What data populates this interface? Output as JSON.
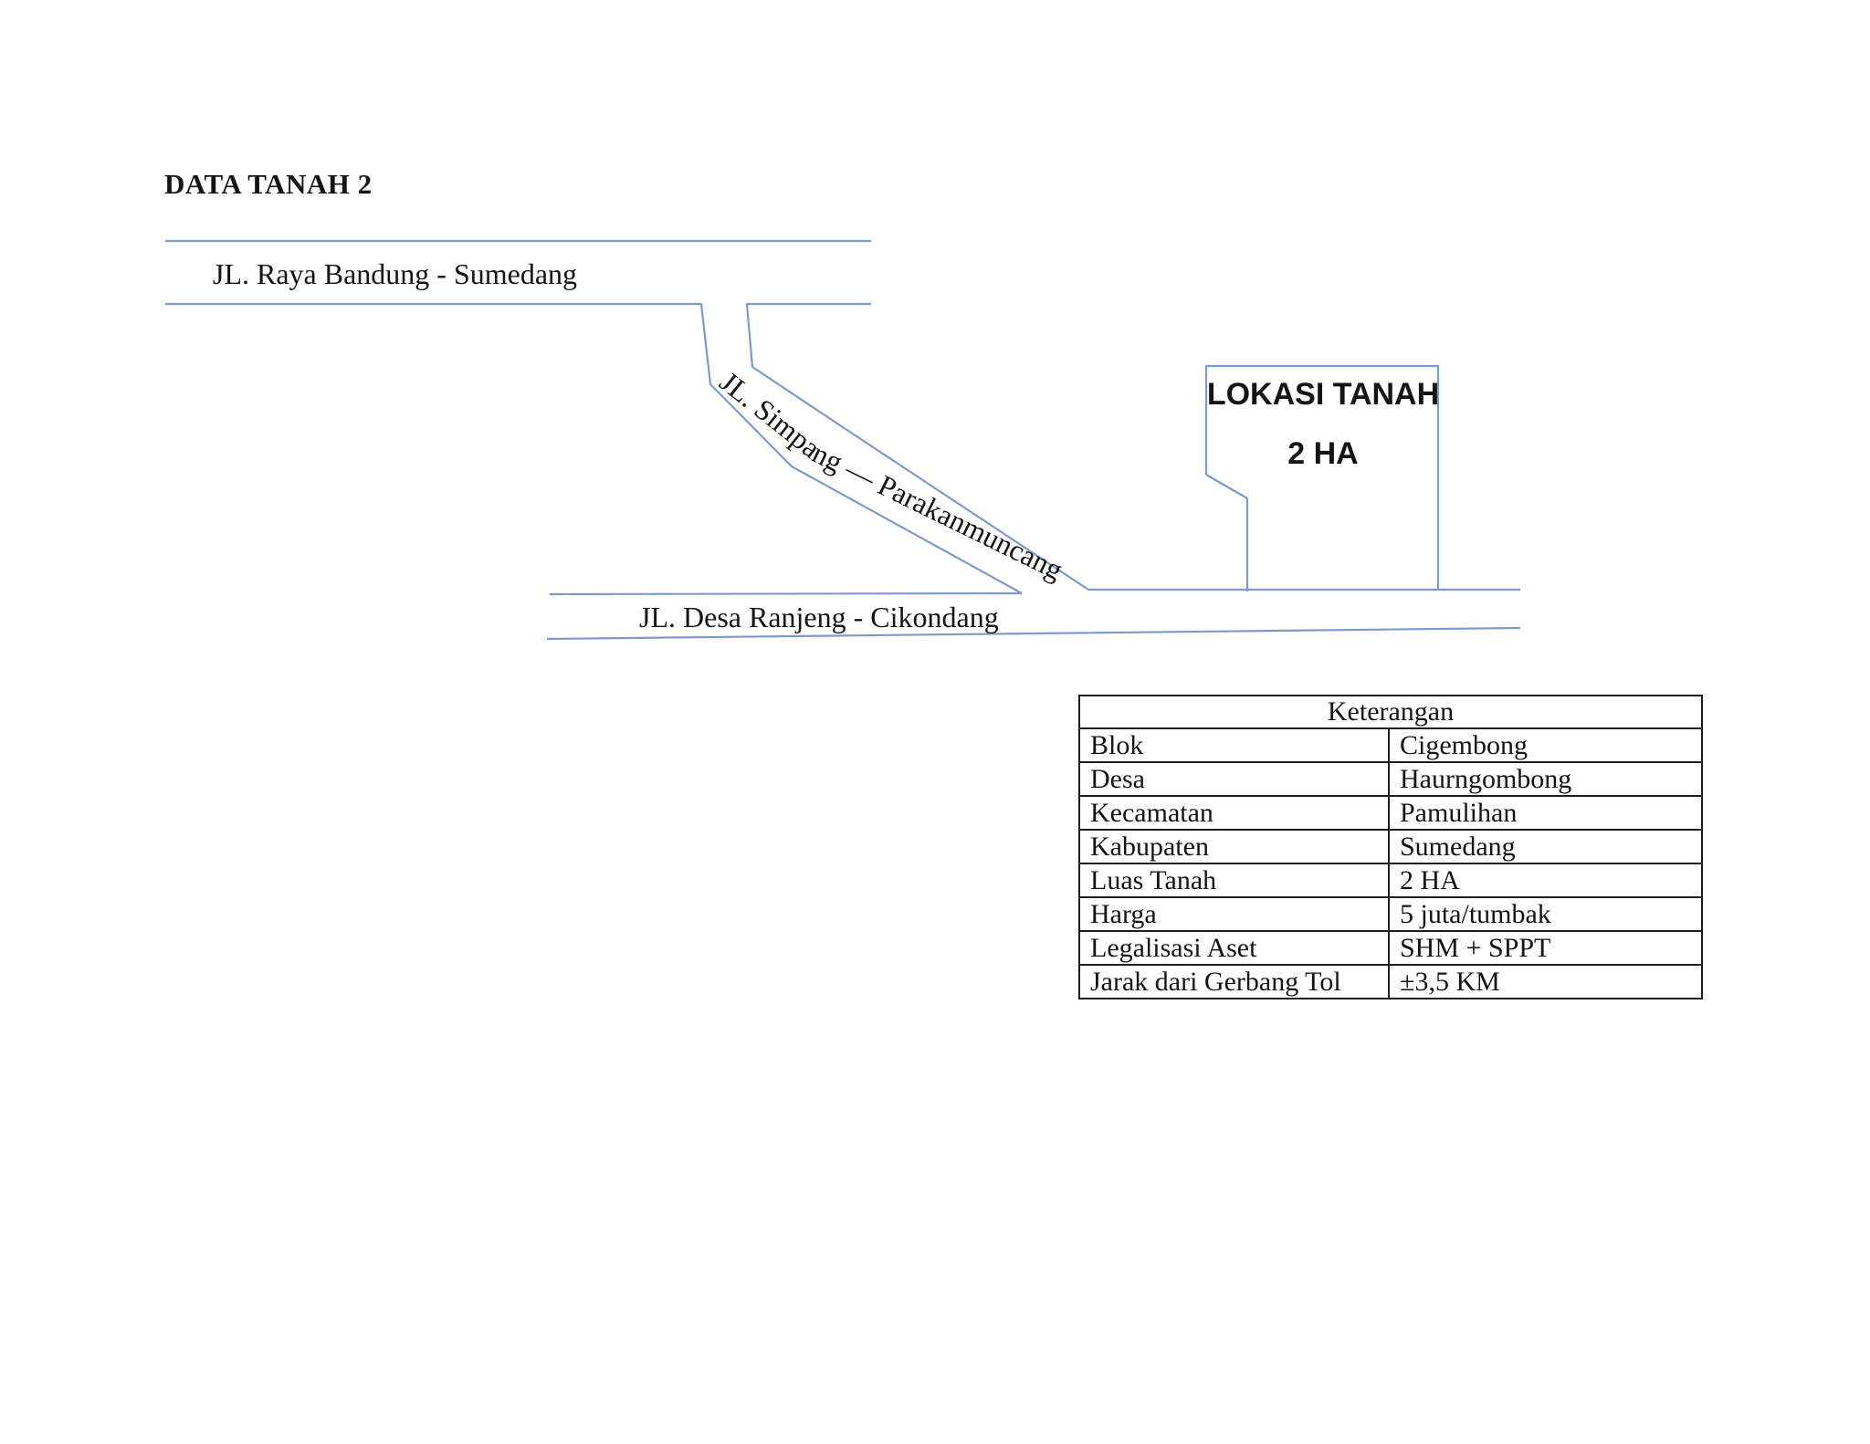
{
  "page": {
    "title": "DATA TANAH 2"
  },
  "map": {
    "line_color": "#7d9bca",
    "top_road_label": "JL. Raya Bandung - Sumedang",
    "diagonal_road_label": "JL. Simpang — Parakanmuncang",
    "bottom_road_label": "JL. Desa Ranjeng - Cikondang",
    "location_box": {
      "title": "LOKASI TANAH",
      "subtitle": "2 HA"
    }
  },
  "table": {
    "header": "Keterangan",
    "rows": [
      {
        "label": "Blok",
        "value": "Cigembong"
      },
      {
        "label": "Desa",
        "value": "Haurngombong"
      },
      {
        "label": "Kecamatan",
        "value": "Pamulihan"
      },
      {
        "label": "Kabupaten",
        "value": "Sumedang"
      },
      {
        "label": "Luas Tanah",
        "value": "2 HA"
      },
      {
        "label": "Harga",
        "value": "5 juta/tumbak"
      },
      {
        "label": "Legalisasi Aset",
        "value": "SHM + SPPT"
      },
      {
        "label": "Jarak dari Gerbang Tol",
        "value": "±3,5 KM"
      }
    ]
  }
}
